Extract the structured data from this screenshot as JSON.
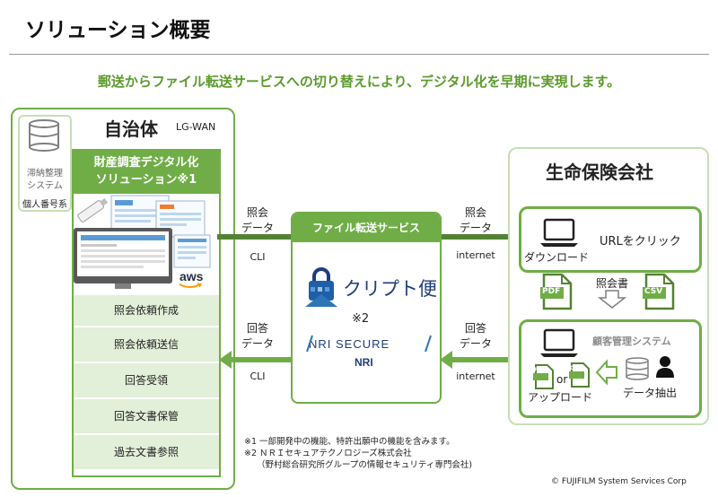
{
  "title": "ソリューション概要",
  "subtitle": "郵送からファイル転送サービスへの切り替えにより、デジタル化を早期に実現します。",
  "municipality": {
    "label": "自治体",
    "network": "LG-WAN",
    "db": {
      "line1": "滞納整理",
      "line2": "システム",
      "data": "個人番号系"
    },
    "solution": {
      "line1": "財産調査デジタル化",
      "line2": "ソリューション※1"
    },
    "aws": "aws",
    "functions": [
      "照会依頼作成",
      "照会依頼送信",
      "回答受領",
      "回答文書保管",
      "過去文書参照"
    ]
  },
  "transfer_service": {
    "title": "ファイル転送サービス",
    "product": "クリプト便",
    "note_ref": "※2",
    "vendor": "NRI SECURE",
    "vendor_sub": "NRI"
  },
  "flows": {
    "left_inquiry": {
      "line1": "照会",
      "line2": "データ",
      "via": "CLI"
    },
    "left_reply": {
      "line1": "回答",
      "line2": "データ",
      "via": "CLI"
    },
    "right_inquiry": {
      "line1": "照会",
      "line2": "データ",
      "via": "internet"
    },
    "right_reply": {
      "line1": "回答",
      "line2": "データ",
      "via": "internet"
    }
  },
  "insurer": {
    "label": "生命保険会社",
    "click": "URLをクリック",
    "download": "ダウンロード",
    "inquiry_doc": "照会書",
    "pdf": "PDF",
    "csv": "CSV",
    "crm": "顧客管理システム",
    "or": "or",
    "upload": "アップロード",
    "extract": "データ抽出"
  },
  "notes": [
    "※1 一部開発中の機能、特許出願中の機能を含みます。",
    "※2 ＮＲＩセキュアテクノロジーズ株式会社",
    "（野村総合研究所グループの情報セキュリティ専門会社)"
  ],
  "copyright": "© FUJIFILM System Services Corp",
  "colors": {
    "accent": "#70ad47",
    "accent_dark": "#548235",
    "accent_light": "#e2efd9",
    "headline": "#5b9a2c"
  }
}
